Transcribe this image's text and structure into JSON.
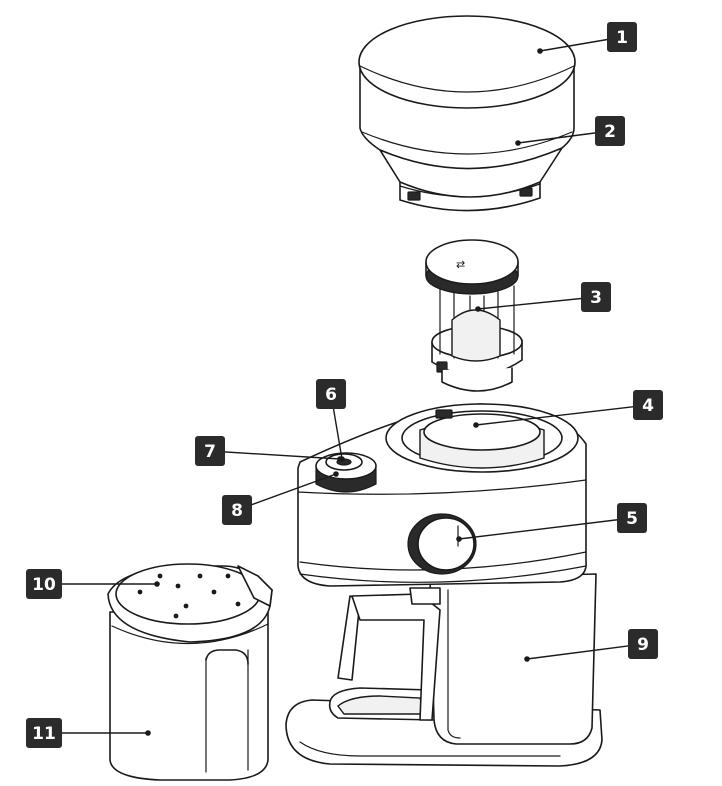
{
  "callouts": [
    {
      "label": "1"
    },
    {
      "label": "2"
    },
    {
      "label": "3"
    },
    {
      "label": "4"
    },
    {
      "label": "5"
    },
    {
      "label": "6"
    },
    {
      "label": "7"
    },
    {
      "label": "8"
    },
    {
      "label": "9"
    },
    {
      "label": "10"
    },
    {
      "label": "11"
    }
  ],
  "colors": {
    "badge": "#2b2b2b",
    "line": "#1a1a1a"
  }
}
